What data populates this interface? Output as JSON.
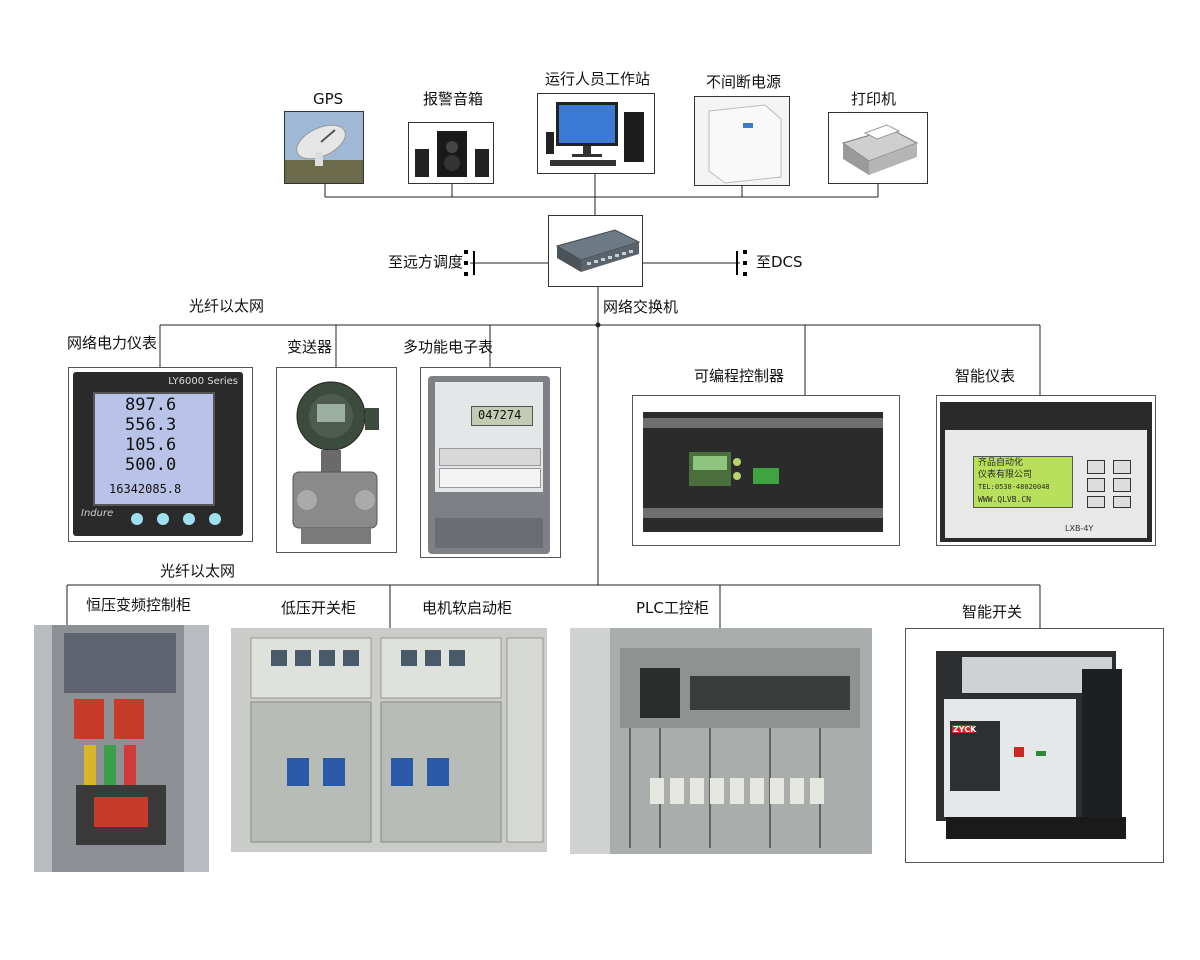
{
  "top_devices": {
    "gps": "GPS",
    "alarm_speaker": "报警音箱",
    "operator_workstation": "运行人员工作站",
    "ups": "不间断电源",
    "printer": "打印机"
  },
  "network": {
    "to_remote_dispatch": "至远方调度",
    "to_dcs": "至DCS",
    "switch_label": "网络交换机",
    "fiber_ethernet_upper": "光纤以太网",
    "fiber_ethernet_lower": "光纤以太网"
  },
  "mid_devices": {
    "power_meter": "网络电力仪表",
    "transmitter": "变送器",
    "multifunction_meter": "多功能电子表",
    "plc": "可编程控制器",
    "smart_instrument": "智能仪表"
  },
  "bottom_devices": {
    "constant_pressure_vfd": "恒压变频控制柜",
    "lv_switchgear": "低压开关柜",
    "motor_soft_start": "电机软启动柜",
    "plc_cabinet": "PLC工控柜",
    "smart_switch": "智能开关"
  },
  "device_texts": {
    "power_meter_series": "LY6000 Series",
    "power_meter_values": [
      "897.6",
      "556.3",
      "105.6",
      "500.0",
      "16342085.8"
    ],
    "power_meter_brand": "Indure",
    "multifunction_reading": "047274",
    "smart_instrument_lcd": [
      "齐品自动化",
      "仪表有限公司",
      "TEL:0538-48020048",
      "WWW.QLVB.CN"
    ],
    "smart_instrument_model": "LXB-4Y",
    "breaker_brand": "ZYCK"
  }
}
